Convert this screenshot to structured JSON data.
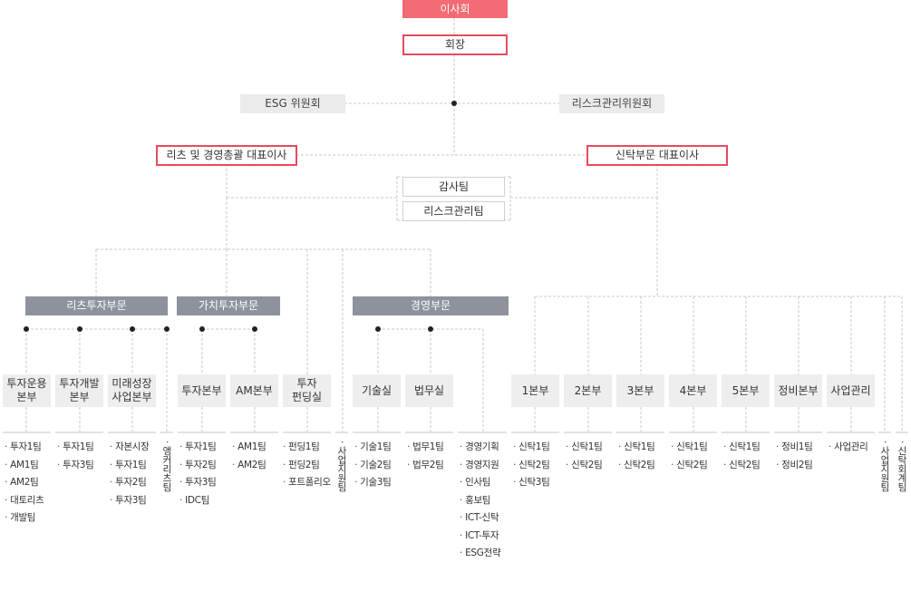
{
  "top": {
    "board": "이사회",
    "chairman": "회장",
    "esg": "ESG 위원회",
    "risk_committee": "리스크관리위원회",
    "ceo_reits": "리츠 및 경영총괄 대표이사",
    "ceo_trust": "신탁부문 대표이사",
    "audit": "감사팀",
    "risk_team": "리스크관리팀"
  },
  "divisions": {
    "reits_invest": "리츠투자부문",
    "value_invest": "가치투자부문",
    "management": "경영부문"
  },
  "departments": {
    "d1": "투자운용\n본부",
    "d2": "투자개발\n본부",
    "d3": "미래성장\n사업본부",
    "d4": "투자본부",
    "d5": "AM본부",
    "d6": "투자\n펀딩실",
    "d7": "기술실",
    "d8": "법무실",
    "d9": "1본부",
    "d10": "2본부",
    "d11": "3본부",
    "d12": "4본부",
    "d13": "5본부",
    "d14": "정비본부",
    "d15": "사업관리"
  },
  "teams": {
    "t1": [
      "투자1팀",
      "AM1팀",
      "AM2팀",
      "대토리츠",
      "개발팀"
    ],
    "t2": [
      "투자1팀",
      "투자3팀"
    ],
    "t3": [
      "자본시장",
      "투자1팀",
      "투자2팀",
      "투자3팀"
    ],
    "t4": [
      "투자1팀",
      "투자2팀",
      "투자3팀",
      "IDC팀"
    ],
    "t5": [
      "AM1팀",
      "AM2팀"
    ],
    "t6": [
      "펀딩1팀",
      "펀딩2팀",
      "포트폴리오"
    ],
    "t7": [
      "기술1팀",
      "기술2팀",
      "기술3팀"
    ],
    "t8": [
      "법무1팀",
      "법무2팀"
    ],
    "t9": [
      "경영기획",
      "경영지원",
      "인사팀",
      "홍보팀",
      "ICT-신탁",
      "ICT-투자",
      "ESG전략"
    ],
    "t10": [
      "신탁1팀",
      "신탁2팀",
      "신탁3팀"
    ],
    "t11": [
      "신탁1팀",
      "신탁2팀"
    ],
    "t12": [
      "신탁1팀",
      "신탁2팀"
    ],
    "t13": [
      "신탁1팀",
      "신탁2팀"
    ],
    "t14": [
      "신탁1팀",
      "신탁2팀"
    ],
    "t15": [
      "정비1팀",
      "정비2팀"
    ],
    "t16": [
      "사업관리"
    ]
  },
  "vertical_teams": {
    "v1": "앵커리츠팀",
    "v2": "사업지원팀",
    "v3": "사업지원팀",
    "v4": "신탁회계팀"
  },
  "colors": {
    "board": "#f36b74",
    "accent_border": "#e84a5f",
    "division_bar": "#8d929c",
    "connector": "#cccccc"
  }
}
